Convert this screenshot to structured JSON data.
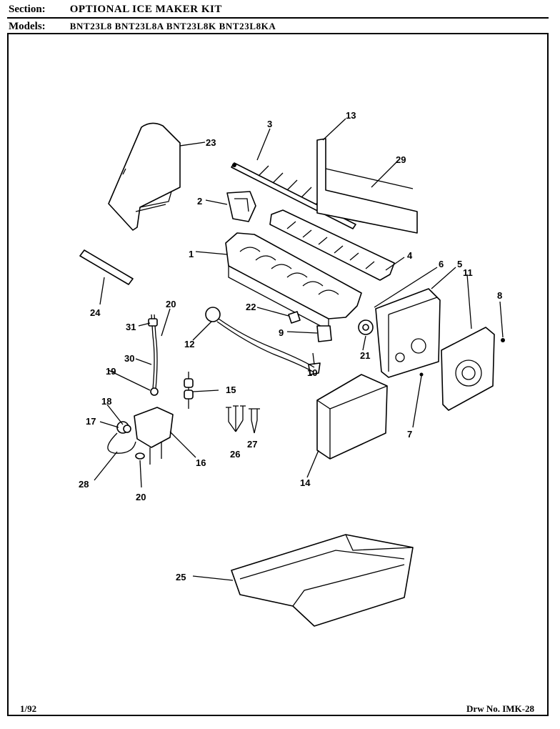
{
  "header": {
    "section_label": "Section:",
    "section_value": "OPTIONAL ICE MAKER KIT",
    "models_label": "Models:",
    "models_value": "BNT23L8  BNT23L8A  BNT23L8K  BNT23L8KA"
  },
  "footer": {
    "date": "1/92",
    "drawing_number": "Drw No. IMK-28"
  },
  "callouts": [
    "1",
    "2",
    "3",
    "4",
    "5",
    "6",
    "7",
    "8",
    "9",
    "10",
    "11",
    "12",
    "13",
    "14",
    "15",
    "16",
    "17",
    "18",
    "19",
    "20",
    "21",
    "22",
    "23",
    "24",
    "25",
    "26",
    "27",
    "28",
    "29",
    "30",
    "31",
    "20"
  ]
}
